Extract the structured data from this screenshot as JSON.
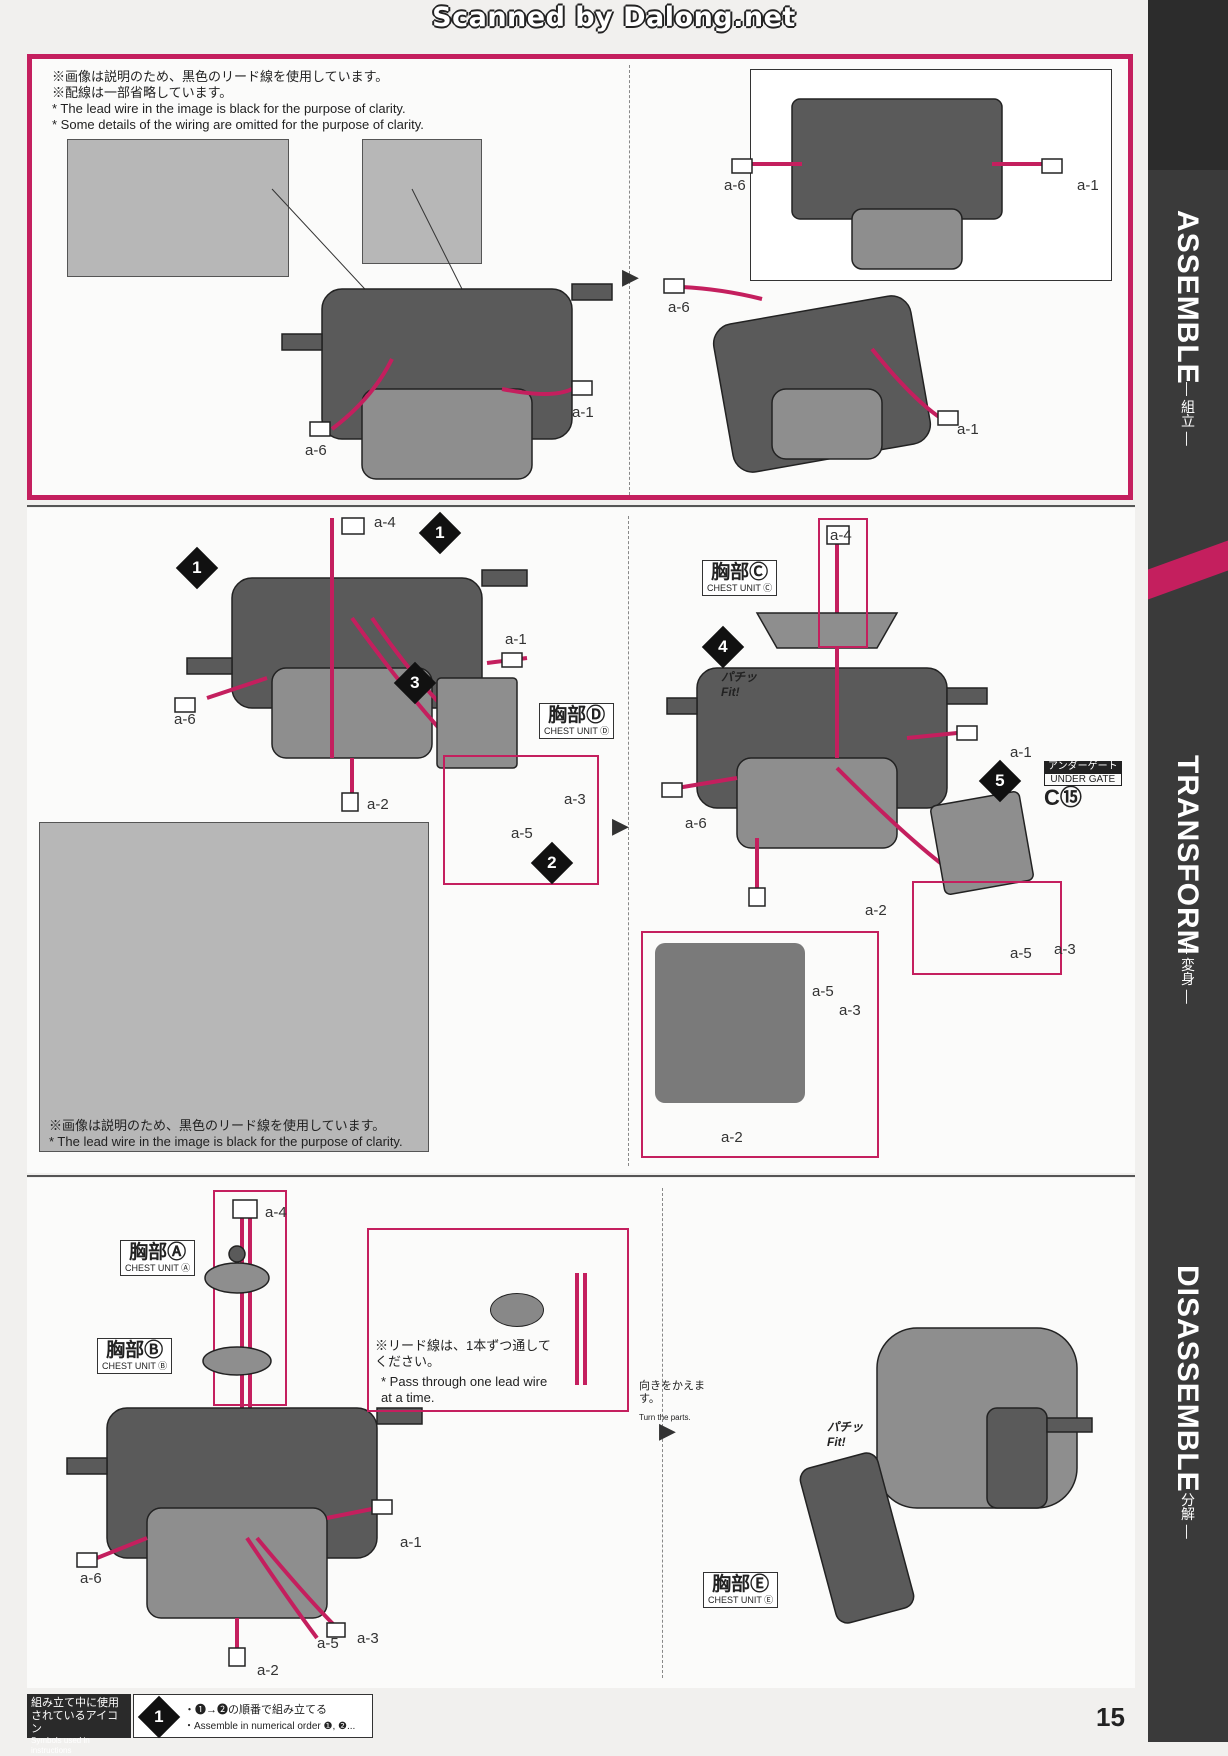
{
  "watermark": "Scanned by Dalong.net",
  "page_number": "15",
  "sidebar": {
    "assemble": "ASSEMBLE",
    "assemble_jp": "— 組立 —",
    "transform": "TRANSFORM",
    "transform_jp": "— 変身 —",
    "disassemble": "DISASSEMBLE",
    "disassemble_jp": "— 分解 —"
  },
  "step1": {
    "notes": [
      "※画像は説明のため、黒色のリード線を使用しています。",
      "※配線は一部省略しています。",
      "* The lead wire in the image is black for the purpose of clarity.",
      "* Some details of the wiring are omitted for the purpose of clarity."
    ],
    "labels": [
      "a-6",
      "a-1",
      "a-6",
      "a-1",
      "a-6",
      "a-1"
    ]
  },
  "step2": {
    "chest_d_jp": "胸部Ⓓ",
    "chest_d_en": "CHEST UNIT Ⓓ",
    "chest_c_jp": "胸部Ⓒ",
    "chest_c_en": "CHEST UNIT Ⓒ",
    "under_gate_jp": "アンダーゲート",
    "under_gate_en": "UNDER GATE",
    "under_gate_code": "C⑮",
    "fit_jp": "パチッ",
    "fit_en": "Fit!",
    "photo_notes": [
      "※画像は説明のため、黒色のリード線を使用しています。",
      "* The lead wire in the image is black for the purpose of clarity."
    ],
    "labels_left": [
      "a-4",
      "a-1",
      "a-6",
      "a-3",
      "a-5",
      "a-2"
    ],
    "labels_right": [
      "a-4",
      "a-1",
      "a-6",
      "a-2",
      "a-5",
      "a-3",
      "a-5",
      "a-3",
      "a-2"
    ],
    "steps": [
      "1",
      "1",
      "2",
      "3",
      "4",
      "5"
    ]
  },
  "step3": {
    "chest_a_jp": "胸部Ⓐ",
    "chest_a_en": "CHEST UNIT Ⓐ",
    "chest_b_jp": "胸部Ⓑ",
    "chest_b_en": "CHEST UNIT Ⓑ",
    "chest_e_jp": "胸部Ⓔ",
    "chest_e_en": "CHEST UNIT Ⓔ",
    "note_jp": "※リード線は、1本ずつ通してください。",
    "note_en": "* Pass through one lead wire at a time.",
    "turn_jp": "向きをかえます。",
    "turn_en": "Turn the parts.",
    "fit_jp": "パチッ",
    "fit_en": "Fit!",
    "labels": [
      "a-4",
      "a-1",
      "a-6",
      "a-5",
      "a-3",
      "a-2"
    ]
  },
  "legend": {
    "title_jp": "組み立て中に使用されているアイコン",
    "title_en": "Symbols used in instructions",
    "icon": "1",
    "text_jp": "・❶→❷の順番で組み立てる",
    "text_en": "・Assemble in numerical order ❶, ❷..."
  }
}
